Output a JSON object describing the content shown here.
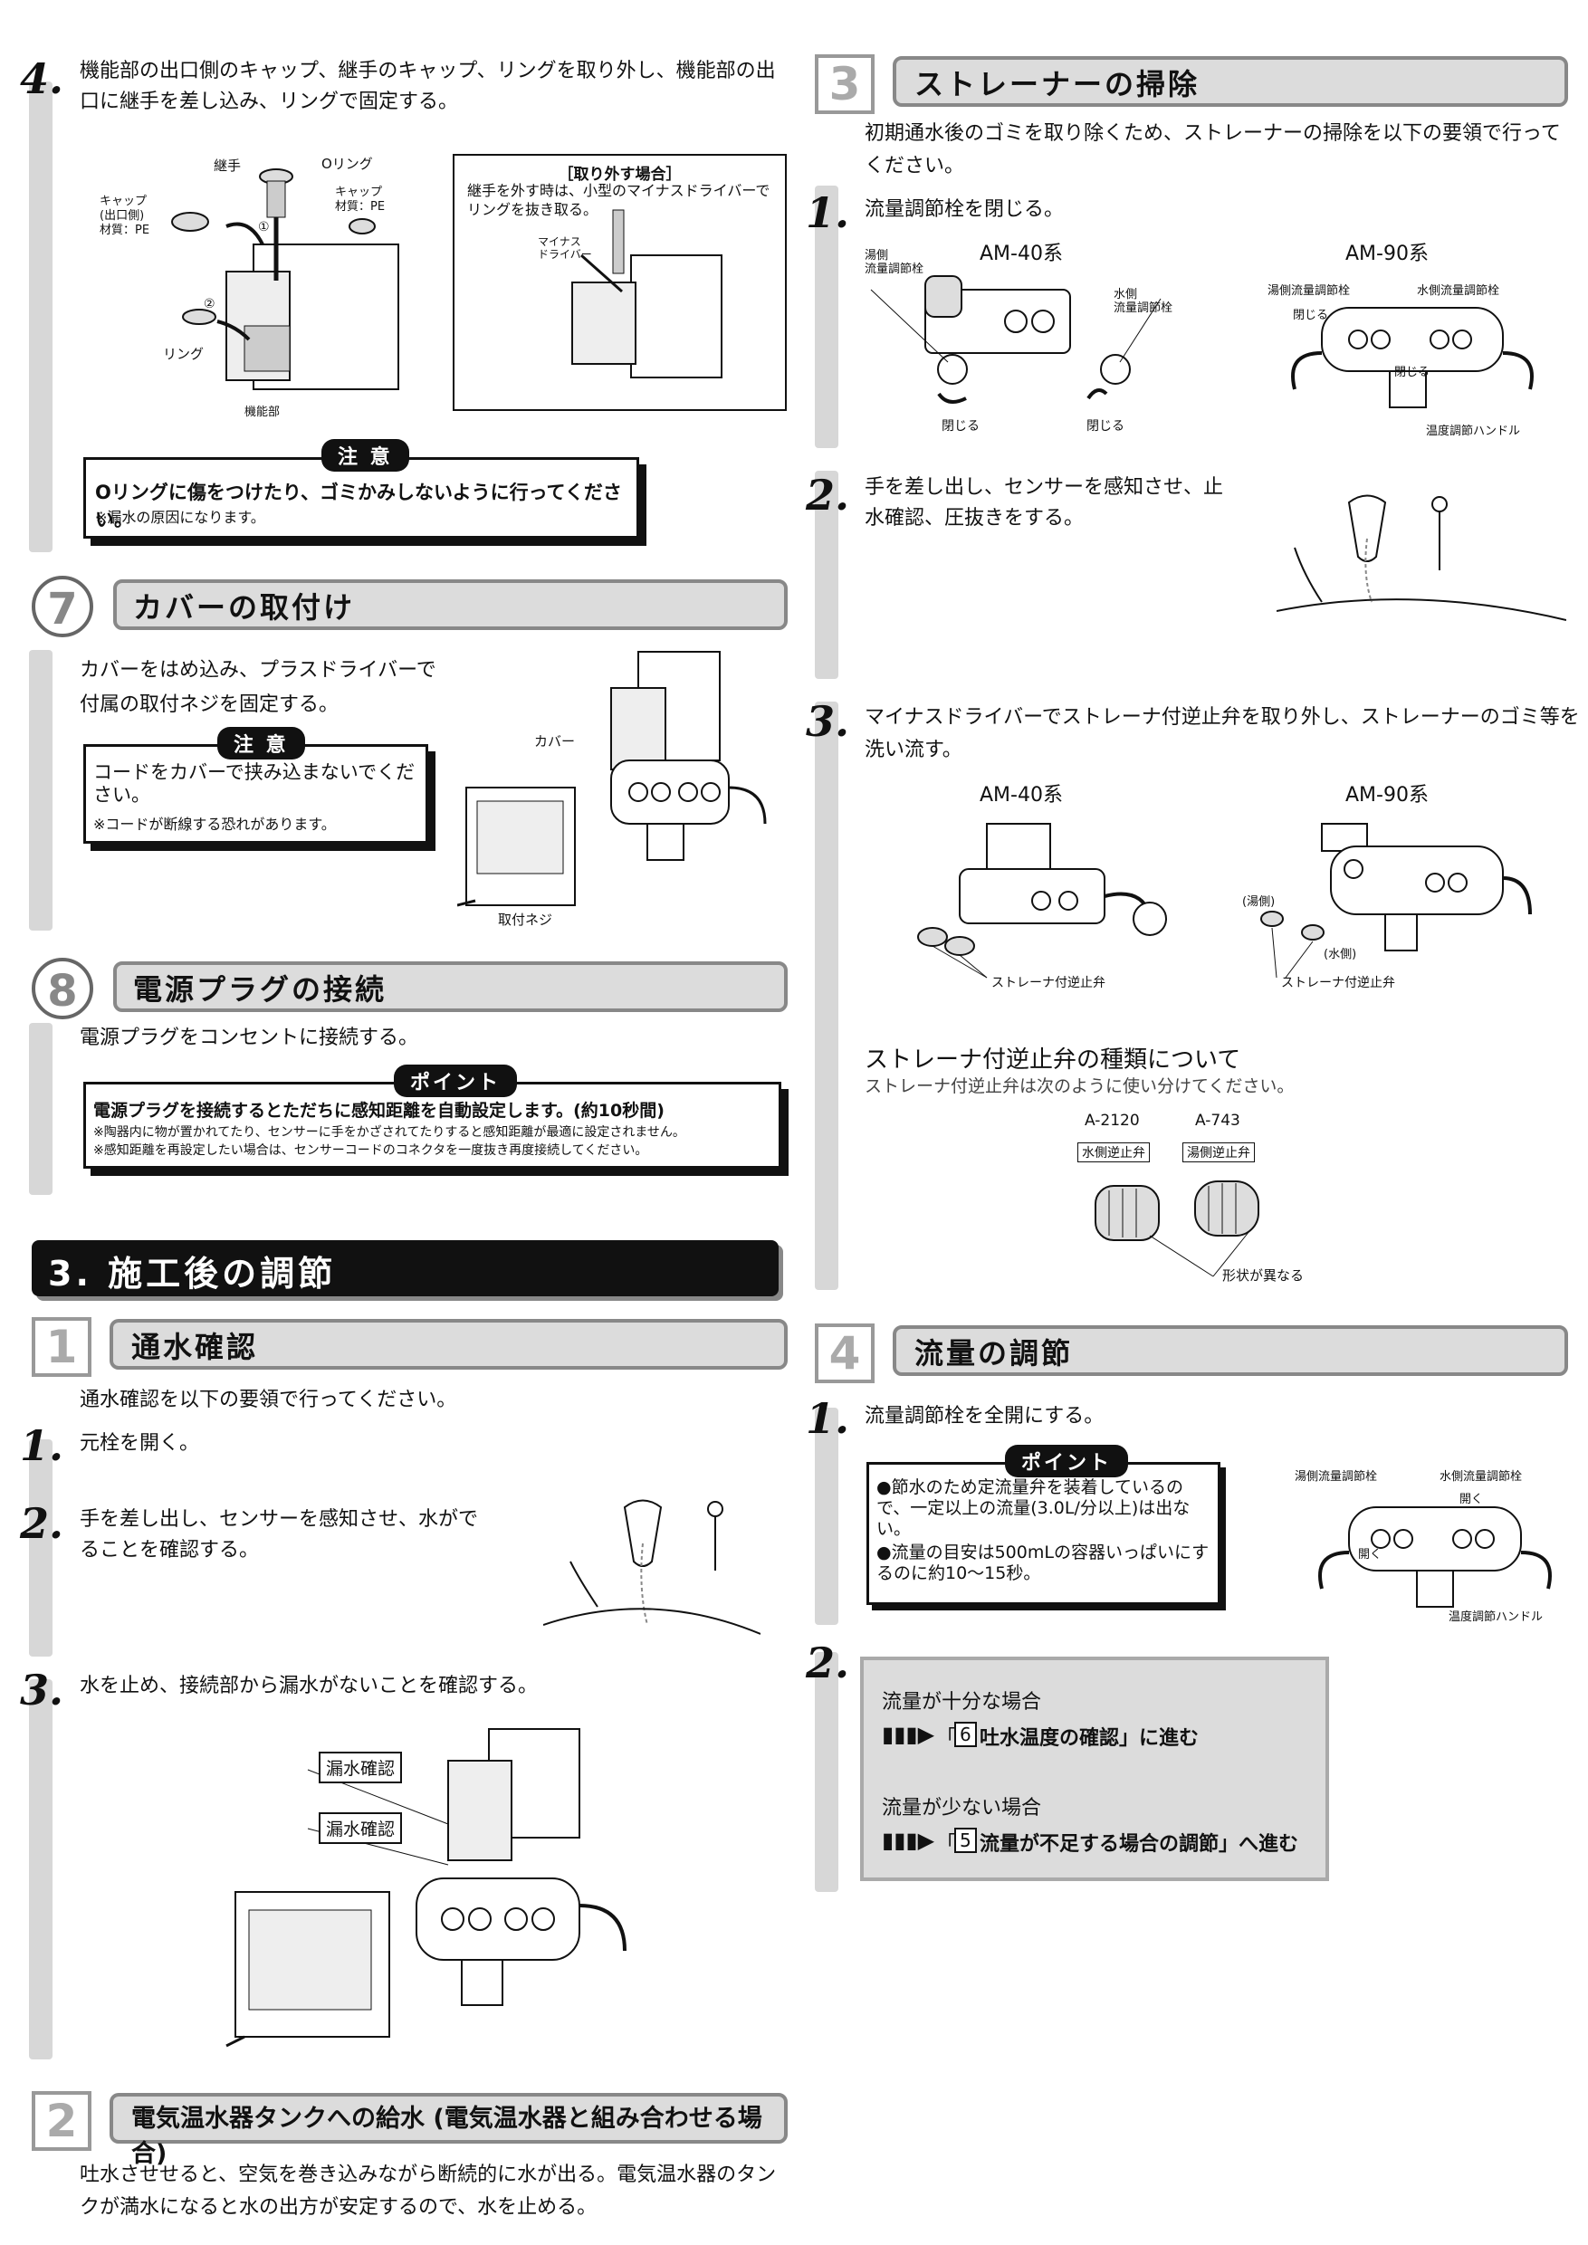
{
  "left": {
    "step4": {
      "num": "4.",
      "text": "機能部の出口側のキャップ、継手のキャップ、リングを取り外し、機能部の出口に継手を差し込み、リングで固定する。",
      "fig_labels": {
        "joint": "継手",
        "oring": "Oリング",
        "cap_out": "キャップ\n(出口側)\n材質：PE",
        "cap": "キャップ\n材質：PE",
        "ring": "リング",
        "func": "機能部",
        "n1": "①",
        "n2": "②"
      },
      "remove_box": {
        "title": "［取り外す場合］",
        "text": "継手を外す時は、小型のマイナスドライバーでリングを抜き取る。",
        "driver": "マイナス\nドライバー"
      },
      "caution_label": "注 意",
      "caution_text": "Oリングに傷をつけたり、ゴミかみしないように行ってください。",
      "caution_note": "※漏水の原因になります。"
    },
    "sec7": {
      "num": "7",
      "title": "カバーの取付け",
      "text": "カバーをはめ込み、プラスドライバーで付属の取付ネジを固定する。",
      "caution_label": "注 意",
      "caution_text": "コードをカバーで挟み込まないでください。",
      "caution_note": "※コードが断線する恐れがあります。",
      "lbl_cover": "カバー",
      "lbl_screw": "取付ネジ"
    },
    "sec8": {
      "num": "8",
      "title": "電源プラグの接続",
      "text": "電源プラグをコンセントに接続する。",
      "point_label": "ポイント",
      "point_text": "電源プラグを接続するとただちに感知距離を自動設定します。(約10秒間)",
      "note1": "※陶器内に物が置かれてたり、センサーに手をかざされてたりすると感知距離が最適に設定されません。",
      "note2": "※感知距離を再設定したい場合は、センサーコードのコネクタを一度抜き再度接続してください。"
    },
    "chapter3": {
      "title": "3. 施工後の調節"
    },
    "s1": {
      "num": "1",
      "title": "通水確認",
      "intro": "通水確認を以下の要領で行ってください。",
      "step1_num": "1.",
      "step1": "元栓を開く。",
      "step2_num": "2.",
      "step2": "手を差し出し、センサーを感知させ、水がでることを確認する。",
      "step3_num": "3.",
      "step3": "水を止め、接続部から漏水がないことを確認する。",
      "leak1": "漏水確認",
      "leak2": "漏水確認"
    },
    "s2": {
      "num": "2",
      "title": "電気温水器タンクへの給水 (電気温水器と組み合わせる場合)",
      "text": "吐水させせると、空気を巻き込みながら断続的に水が出る。電気温水器のタンクが満水になると水の出方が安定するので、水を止める。"
    }
  },
  "right": {
    "s3": {
      "num": "3",
      "title": "ストレーナーの掃除",
      "intro": "初期通水後のゴミを取り除くため、ストレーナーの掃除を以下の要領で行ってください。",
      "step1_num": "1.",
      "step1": "流量調節栓を閉じる。",
      "am40": "AM-40系",
      "am90": "AM-90系",
      "lbl_hot": "湯側\n流量調節栓",
      "lbl_cold": "水側\n流量調節栓",
      "lbl_close1": "閉じる",
      "lbl_close2": "閉じる",
      "lbl_hot90": "湯側流量調節栓",
      "lbl_cold90": "水側流量調節栓",
      "lbl_close3": "閉じる",
      "lbl_close4": "閉じる",
      "lbl_temp": "温度調節ハンドル",
      "step2_num": "2.",
      "step2": "手を差し出し、センサーを感知させ、止水確認、圧抜きをする。",
      "step3_num": "3.",
      "step3": "マイナスドライバーでストレーナ付逆止弁を取り外し、ストレーナーのゴミ等を洗い流す。",
      "am40b": "AM-40系",
      "am90b": "AM-90系",
      "lbl_strainer1": "ストレーナ付逆止弁",
      "lbl_strainer2": "ストレーナ付逆止弁",
      "lbl_hotside": "(湯側)",
      "lbl_coldside": "(水側)",
      "types_title": "ストレーナ付逆止弁の種類について",
      "types_sub": "ストレーナ付逆止弁は次のように使い分けてください。",
      "a2120": "A-2120",
      "a743": "A-743",
      "cold_valve": "水側逆止弁",
      "hot_valve": "湯側逆止弁",
      "shape_diff": "形状が異なる"
    },
    "s4": {
      "num": "4",
      "title": "流量の調節",
      "step1_num": "1.",
      "step1": "流量調節栓を全開にする。",
      "point_label": "ポイント",
      "point_items": [
        "●節水のため定流量弁を装着しているので、一定以上の流量(3.0L/分以上)は出ない。",
        "●流量の目安は500mLの容器いっぱいにするのに約10〜15秒。"
      ],
      "lbl_hot": "湯側流量調節栓",
      "lbl_cold": "水側流量調節栓",
      "lbl_open1": "開く",
      "lbl_open2": "開く",
      "lbl_temp": "温度調節ハンドル",
      "step2_num": "2.",
      "case1": "流量が十分な場合",
      "go1_num": "6",
      "go1_a": "「",
      "go1_b": "吐水温度の確認」に進む",
      "case2": "流量が少ない場合",
      "go2_num": "5",
      "go2_a": "「",
      "go2_b": "流量が不足する場合の調節」へ進む"
    }
  }
}
